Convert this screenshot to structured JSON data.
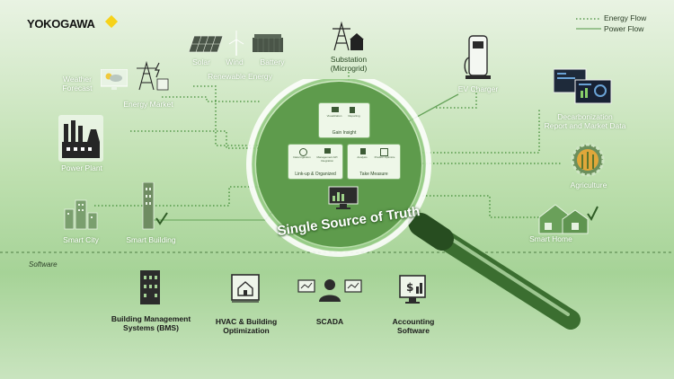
{
  "brand": {
    "name": "YOKOGAWA",
    "accent": "#f6d21a"
  },
  "legend": {
    "energy_flow": "Energy Flow",
    "power_flow": "Power Flow"
  },
  "sources": {
    "solar": "Solar",
    "wind": "Wind",
    "battery": "Battery",
    "renewable_energy": "Renewable Energy",
    "substation_line1": "Substation",
    "substation_line2": "(Microgrid)",
    "weather_line1": "Weather",
    "weather_line2": "Forecast",
    "energy_market": "Energy Market",
    "power_plant": "Power Plant",
    "smart_city": "Smart City",
    "smart_building": "Smart Building",
    "ev_charger": "EV Charger",
    "decarb_line1": "Decarbonization",
    "decarb_line2": "Report and Market Data",
    "agriculture": "Agriculture",
    "smart_home": "Smart Home"
  },
  "center": {
    "title": "Single Source of Truth",
    "cards": {
      "gain_insight": {
        "title": "Gain Insight",
        "sub1": "Visualization",
        "sub2": "Reporting"
      },
      "link_up": {
        "title": "Link-up & Organized",
        "sub1": "Data Ingestion",
        "sub2": "Management API Integration"
      },
      "take_measure": {
        "title": "Take Measure",
        "sub1": "Analysis",
        "sub2": "Predict/ Optimize"
      }
    }
  },
  "software": {
    "section_label": "Software",
    "items": [
      {
        "line1": "Building Management",
        "line2": "Systems (BMS)",
        "icon": "building-icon"
      },
      {
        "line1": "HVAC & Building",
        "line2": "Optimization",
        "icon": "blueprint-icon"
      },
      {
        "line1": "SCADA",
        "line2": "",
        "icon": "operator-monitor-icon"
      },
      {
        "line1": "Accounting",
        "line2": "Software",
        "icon": "finance-monitor-icon"
      }
    ]
  },
  "colors": {
    "flow_line": "#3f8a33",
    "lens": "#5e9b4c",
    "handle": "#3b6e30",
    "dark_icon": "#2c2c2c",
    "house_fill": "#6aa05a"
  }
}
